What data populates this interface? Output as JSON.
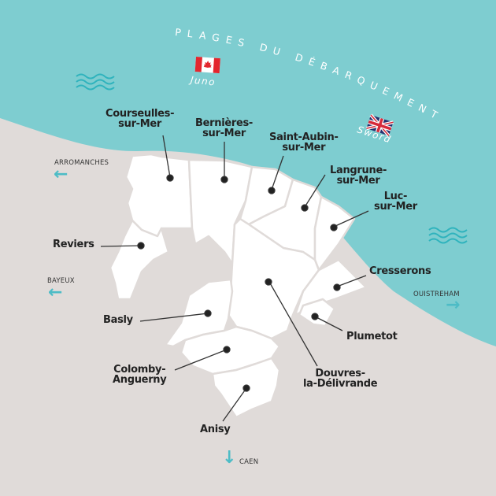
{
  "title": "PLAGES DU DÉBARQUEMENT",
  "colors": {
    "sea": "#7ecdd0",
    "land": "#e0dbd9",
    "commune": "#ffffff",
    "accent": "#4dbcc6",
    "text": "#222222"
  },
  "beaches": [
    {
      "name": "Juno",
      "flag": "canada-flag"
    },
    {
      "name": "Sword",
      "flag": "uk-flag"
    }
  ],
  "communes": [
    {
      "name": "Courseulles-\nsur-Mer",
      "line1": "Courseulles-",
      "line2": "sur-Mer"
    },
    {
      "name": "Bernières-sur-Mer",
      "line1": "Bernières-",
      "line2": "sur-Mer"
    },
    {
      "name": "Saint-Aubin-sur-Mer",
      "line1": "Saint-Aubin-",
      "line2": "sur-Mer"
    },
    {
      "name": "Langrune-sur-Mer",
      "line1": "Langrune-",
      "line2": "sur-Mer"
    },
    {
      "name": "Luc-sur-Mer",
      "line1": "Luc-",
      "line2": "sur-Mer"
    },
    {
      "name": "Reviers",
      "line1": "Reviers"
    },
    {
      "name": "Cresserons",
      "line1": "Cresserons"
    },
    {
      "name": "Basly",
      "line1": "Basly"
    },
    {
      "name": "Plumetot",
      "line1": "Plumetot"
    },
    {
      "name": "Colomby-Anguerny",
      "line1": "Colomby-",
      "line2": "Anguerny"
    },
    {
      "name": "Douvres-la-Délivrande",
      "line1": "Douvres-",
      "line2": "la-Délivrande"
    },
    {
      "name": "Anisy",
      "line1": "Anisy"
    }
  ],
  "directions": [
    {
      "label": "ARROMANCHES",
      "arrow": "←"
    },
    {
      "label": "BAYEUX",
      "arrow": "←"
    },
    {
      "label": "OUISTREHAM",
      "arrow": "→"
    },
    {
      "label": "CAEN",
      "arrow": "↓"
    }
  ]
}
